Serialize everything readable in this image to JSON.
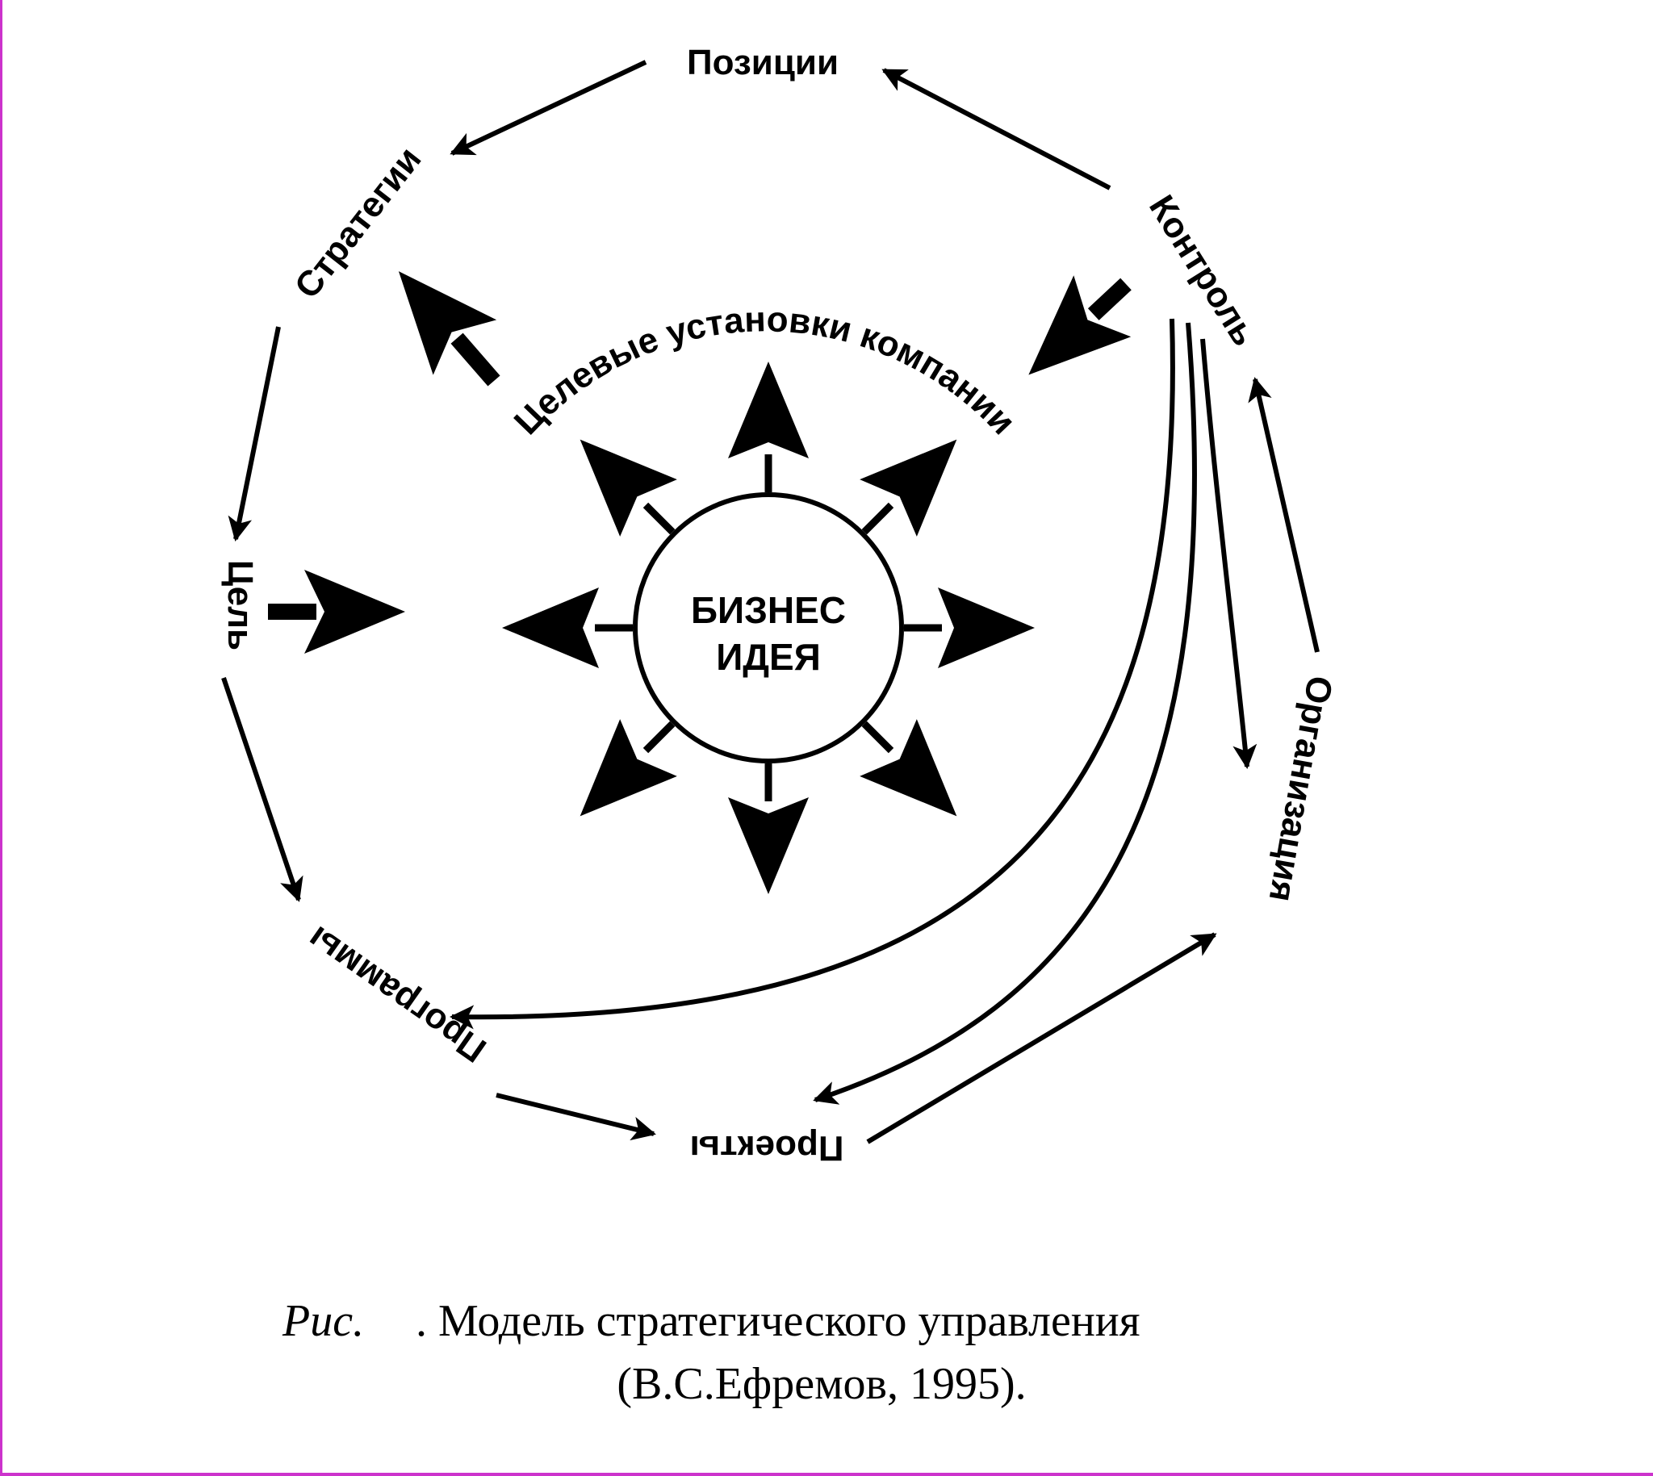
{
  "diagram": {
    "center": {
      "line1": "БИЗНЕС",
      "line2": "ИДЕЯ"
    },
    "arc_label": "Целевые установки компании",
    "nodes": {
      "positions": "Позиции",
      "control": "Контроль",
      "strategies": "Стратегии",
      "goal": "Цель",
      "organization": "Организация",
      "programs": "Программы",
      "projects": "Проекты"
    }
  },
  "caption": {
    "prefix": "Рис.",
    "line1": ". Модель стратегического управления",
    "line2": "(В.С.Ефремов, 1995)."
  },
  "colors": {
    "ink": "#000000",
    "background": "#ffffff",
    "frame": "#cc33cc"
  }
}
